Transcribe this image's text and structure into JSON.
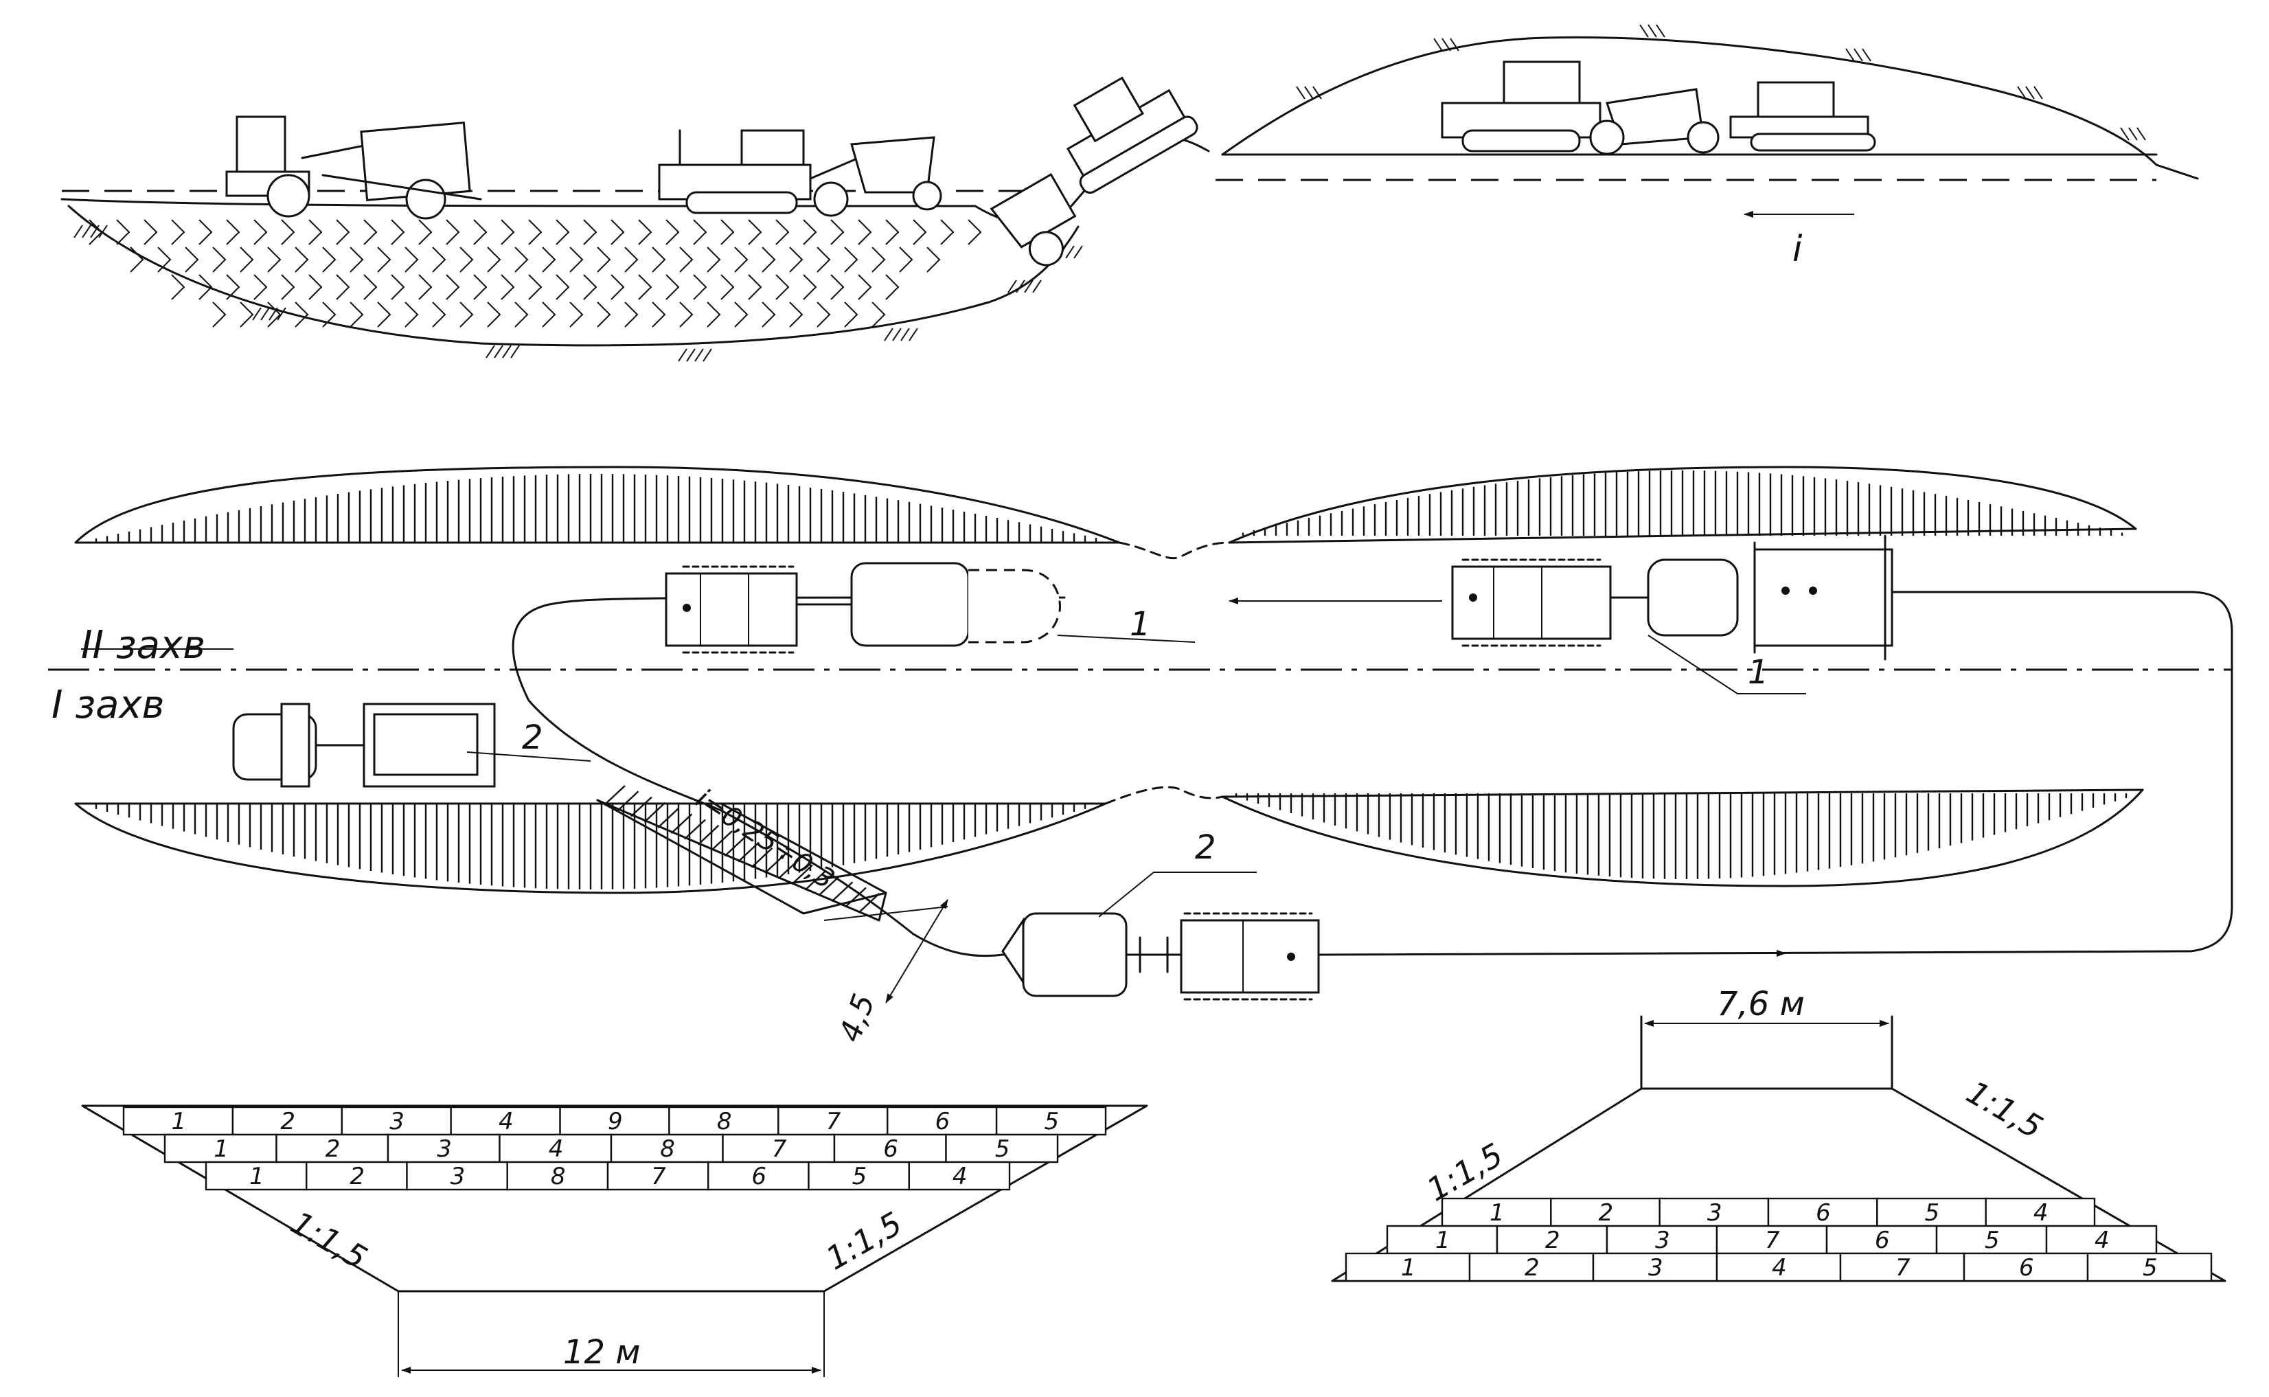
{
  "labels": {
    "slope_i": "i",
    "capture_2": "II захв",
    "capture_1": "I захв",
    "machine_1a": "1",
    "machine_1b": "1",
    "machine_2a": "2",
    "machine_2b": "2",
    "ramp_slope": "i=0,25÷0,3",
    "ramp_width": "4,5",
    "cut_bottom_width": "12 м",
    "cut_slope_left": "1:1,5",
    "cut_slope_right": "1:1,5",
    "fill_top_width": "7,6 м",
    "fill_slope_left": "1:1,5",
    "fill_slope_right": "1:1,5"
  },
  "cut_layers": [
    [
      "1",
      "2",
      "3",
      "4",
      "9",
      "8",
      "7",
      "6",
      "5"
    ],
    [
      "1",
      "2",
      "3",
      "4",
      "8",
      "7",
      "6",
      "5"
    ],
    [
      "1",
      "2",
      "3",
      "8",
      "7",
      "6",
      "5",
      "4"
    ]
  ],
  "fill_layers": [
    [
      "1",
      "2",
      "3",
      "6",
      "5",
      "4"
    ],
    [
      "1",
      "2",
      "3",
      "7",
      "6",
      "5",
      "4"
    ],
    [
      "1",
      "2",
      "3",
      "4",
      "7",
      "6",
      "5"
    ]
  ]
}
